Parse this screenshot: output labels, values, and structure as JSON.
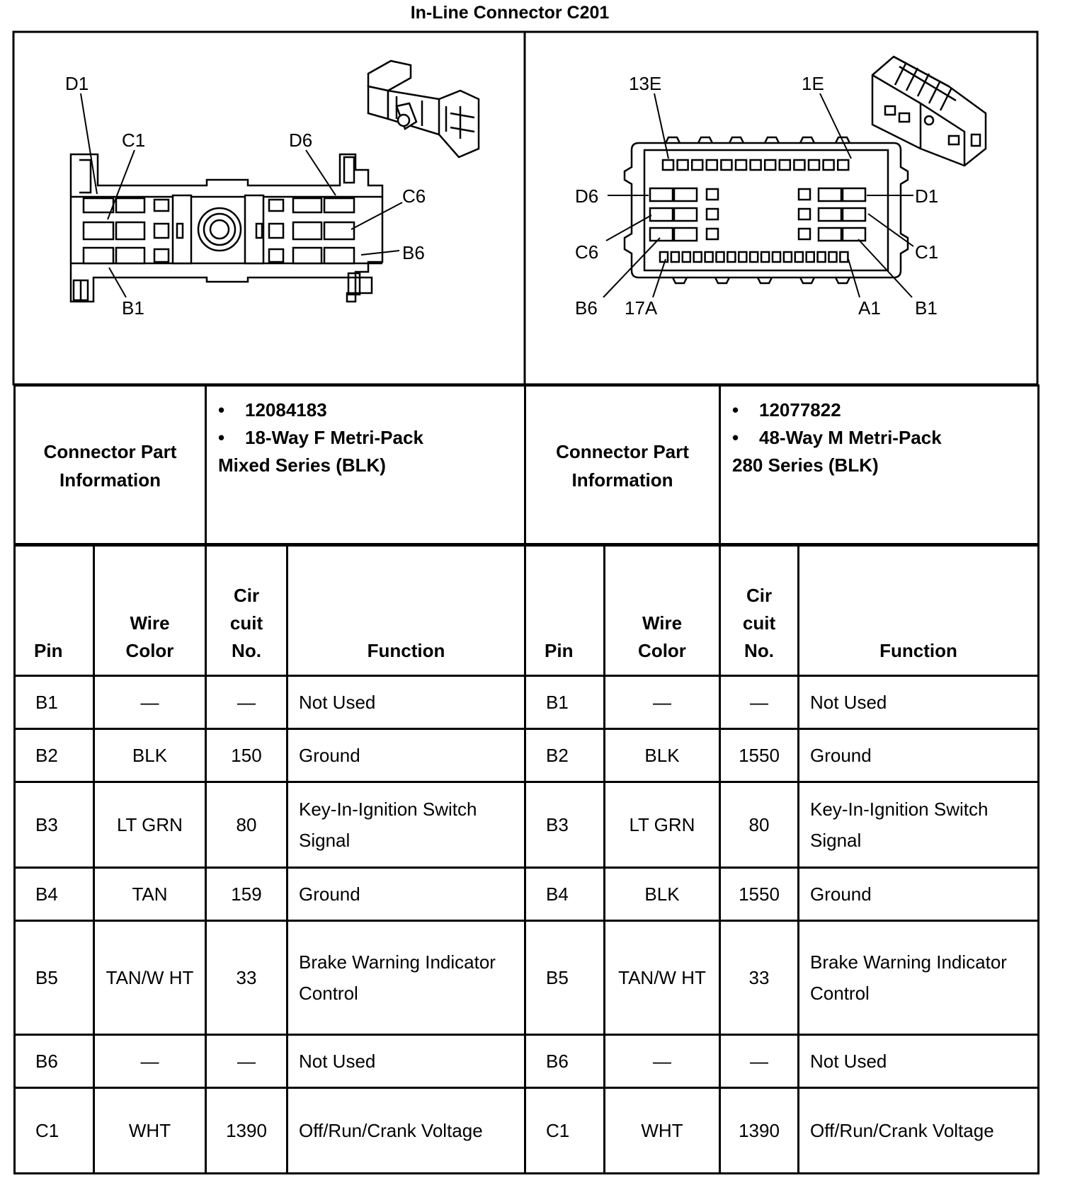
{
  "title": "In-Line Connector C201",
  "left_connector": {
    "labels": {
      "d1": "D1",
      "c1": "C1",
      "d6": "D6",
      "c6": "C6",
      "b6": "B6",
      "b1": "B1"
    },
    "part_info_label": "Connector Part Information",
    "part_number": "12084183",
    "description_line1": "18-Way F Metri-Pack",
    "description_line2": "Mixed Series (BLK)"
  },
  "right_connector": {
    "labels": {
      "e13": "13E",
      "e1": "1E",
      "d6": "D6",
      "d1": "D1",
      "c6": "C6",
      "c1": "C1",
      "b6": "B6",
      "a17": "17A",
      "a1": "A1",
      "b1": "B1"
    },
    "part_info_label": "Connector Part Information",
    "part_number": "12077822",
    "description_line1": "48-Way M Metri-Pack",
    "description_line2": "280 Series (BLK)"
  },
  "bullet": "•",
  "headers": {
    "pin": "Pin",
    "wire_l1": "Wire",
    "wire_l2": "Color",
    "cir_l1": "Cir",
    "cir_l2": "cuit",
    "cir_l3": "No.",
    "function": "Function"
  },
  "left_rows": [
    {
      "pin": "B1",
      "wire": "—",
      "circuit": "—",
      "function": "Not Used"
    },
    {
      "pin": "B2",
      "wire": "BLK",
      "circuit": "150",
      "function": "Ground"
    },
    {
      "pin": "B3",
      "wire": "LT GRN",
      "circuit": "80",
      "function": "Key-In-Ignition Switch Signal"
    },
    {
      "pin": "B4",
      "wire": "TAN",
      "circuit": "159",
      "function": "Ground"
    },
    {
      "pin": "B5",
      "wire": "TAN/W HT",
      "circuit": "33",
      "function": "Brake Warning Indicator Control"
    },
    {
      "pin": "B6",
      "wire": "—",
      "circuit": "—",
      "function": "Not Used"
    },
    {
      "pin": "C1",
      "wire": "WHT",
      "circuit": "1390",
      "function": "Off/Run/Crank Voltage"
    }
  ],
  "right_rows": [
    {
      "pin": "B1",
      "wire": "—",
      "circuit": "—",
      "function": "Not Used"
    },
    {
      "pin": "B2",
      "wire": "BLK",
      "circuit": "1550",
      "function": "Ground"
    },
    {
      "pin": "B3",
      "wire": "LT GRN",
      "circuit": "80",
      "function": "Key-In-Ignition Switch Signal"
    },
    {
      "pin": "B4",
      "wire": "BLK",
      "circuit": "1550",
      "function": "Ground"
    },
    {
      "pin": "B5",
      "wire": "TAN/W HT",
      "circuit": "33",
      "function": "Brake Warning Indicator Control"
    },
    {
      "pin": "B6",
      "wire": "—",
      "circuit": "—",
      "function": "Not Used"
    },
    {
      "pin": "C1",
      "wire": "WHT",
      "circuit": "1390",
      "function": "Off/Run/Crank Voltage"
    }
  ]
}
